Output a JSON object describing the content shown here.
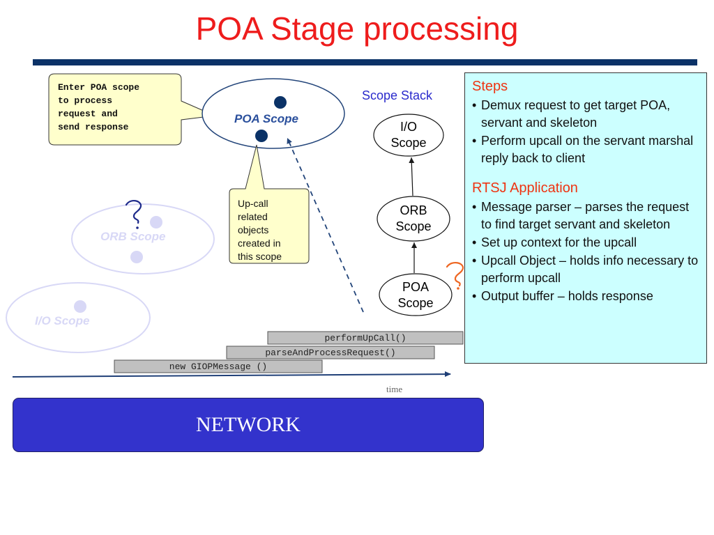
{
  "title": "POA Stage processing",
  "callout": {
    "text": "Enter POA scope\nto process\nrequest and\nsend response"
  },
  "scopes": {
    "poa": {
      "label": "POA Scope"
    },
    "orb": {
      "label": "ORB Scope"
    },
    "io": {
      "label": "I/O Scope"
    }
  },
  "upcall_callout": {
    "text": "Up-call\nrelated\nobjects\ncreated in\nthis scope"
  },
  "scope_stack": {
    "title": "Scope Stack",
    "nodes": [
      {
        "label": "I/O\nScope"
      },
      {
        "label": "ORB\nScope"
      },
      {
        "label": "POA\nScope"
      }
    ]
  },
  "steps_box": {
    "heading": "Steps",
    "items": [
      "Demux request to get target POA, servant and skeleton",
      "Perform upcall on the servant marshal reply back to client"
    ],
    "rtsj_heading": "RTSJ Application",
    "rtsj_items": [
      "Message parser – parses the request to find target  servant and skeleton",
      "Set up context for the upcall",
      "Upcall Object – holds info necessary to perform upcall",
      "Output buffer – holds response"
    ]
  },
  "timeline": {
    "bars": [
      {
        "label": "performUpCall()"
      },
      {
        "label": "parseAndProcessRequest()"
      },
      {
        "label": "new GIOPMessage ()"
      }
    ],
    "time_label": "time"
  },
  "network": {
    "label": "NETWORK"
  },
  "colors": {
    "title": "#ee1c1c",
    "rule": "#0b3267",
    "steps_box_bg": "#ccffff",
    "network_bg": "#3333cc",
    "scope_label": "#2a4f9c",
    "faded_scope": "#d8d8f6",
    "question_mark_blue": "#1d2a8a",
    "question_mark_orange": "#ee6622"
  }
}
